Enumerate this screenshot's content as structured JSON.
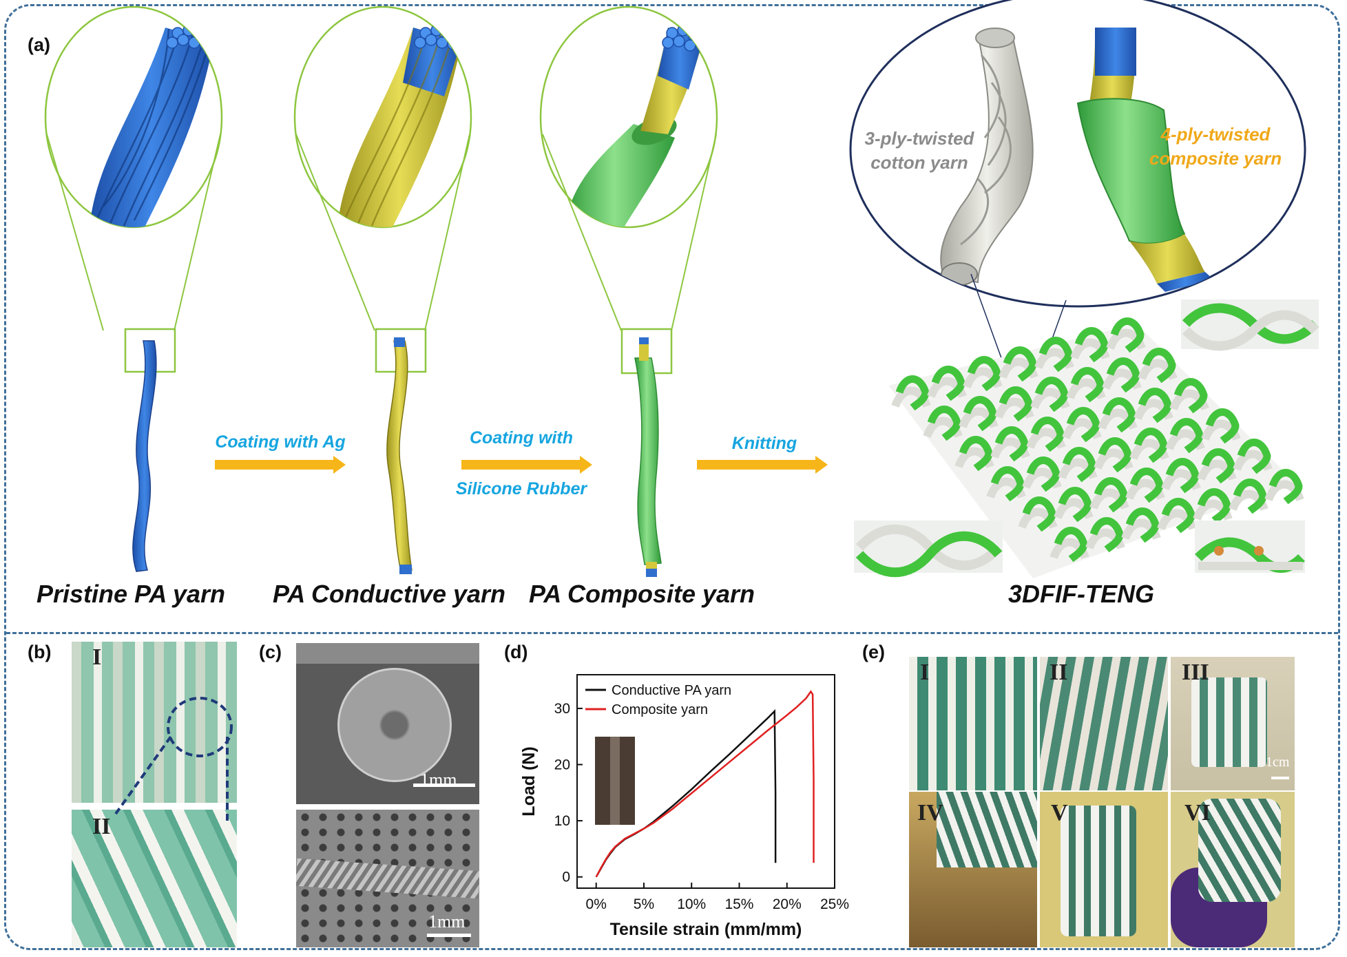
{
  "panel_labels": {
    "a": "(a)",
    "b": "(b)",
    "c": "(c)",
    "d": "(d)",
    "e": "(e)"
  },
  "stages": [
    "Pristine PA yarn",
    "PA Conductive yarn",
    "PA Composite yarn",
    "3DFIF-TENG"
  ],
  "arrows": [
    {
      "line1": "Coating with Ag",
      "line2": ""
    },
    {
      "line1": "Coating with",
      "line2": "Silicone Rubber"
    },
    {
      "line1": "Knitting",
      "line2": ""
    }
  ],
  "zoom_labels": {
    "cotton_line1": "3-ply-twisted",
    "cotton_line2": "cotton yarn",
    "composite_line1": "4-ply-twisted",
    "composite_line2": "composite yarn"
  },
  "panel_b": {
    "top_label": "I",
    "bottom_label": "II"
  },
  "panel_c": {
    "scale_top": "1mm",
    "scale_bottom": "1mm"
  },
  "panel_e": {
    "labels": [
      "I",
      "II",
      "III",
      "IV",
      "V",
      "VI"
    ],
    "scale": "1cm"
  },
  "colors": {
    "blue": "#2f6fce",
    "yellow": "#d4c83a",
    "green": "#5cc45a",
    "frame": "#3f6f9a",
    "arrow": "#f6b619",
    "arrow_text": "#16a5e0"
  },
  "chart_data": {
    "type": "line",
    "xlabel": "Tensile strain (mm/mm)",
    "ylabel": "Load (N)",
    "xlim": [
      -0.02,
      0.25
    ],
    "ylim": [
      -2,
      36
    ],
    "xticks": [
      "0%",
      "5%",
      "10%",
      "15%",
      "20%",
      "25%"
    ],
    "xtick_values": [
      0,
      0.05,
      0.1,
      0.15,
      0.2,
      0.25
    ],
    "yticks": [
      "0",
      "10",
      "20",
      "30"
    ],
    "ytick_values": [
      0,
      10,
      20,
      30
    ],
    "legend_position": "top-left",
    "series": [
      {
        "name": "Conductive PA yarn",
        "color": "#111111",
        "x": [
          0,
          0.005,
          0.01,
          0.015,
          0.02,
          0.03,
          0.04,
          0.05,
          0.06,
          0.08,
          0.1,
          0.12,
          0.14,
          0.16,
          0.18,
          0.187,
          0.188,
          0.188
        ],
        "y": [
          0,
          1.5,
          3,
          4.2,
          5.3,
          6.7,
          7.6,
          8.6,
          9.8,
          12.6,
          15.6,
          18.8,
          21.9,
          25.1,
          28.3,
          29.5,
          15,
          2.5
        ]
      },
      {
        "name": "Composite yarn",
        "color": "#e02020",
        "x": [
          0,
          0.005,
          0.01,
          0.015,
          0.02,
          0.03,
          0.04,
          0.05,
          0.06,
          0.08,
          0.1,
          0.12,
          0.14,
          0.16,
          0.18,
          0.2,
          0.21,
          0.22,
          0.225,
          0.227,
          0.228,
          0.228,
          0.228
        ],
        "y": [
          0,
          1.6,
          3.1,
          4.4,
          5.4,
          6.8,
          7.7,
          8.6,
          9.6,
          12.1,
          14.9,
          17.7,
          20.5,
          23.3,
          26.1,
          28.8,
          30.2,
          31.8,
          33,
          32.5,
          17,
          16,
          2.5
        ]
      }
    ]
  }
}
